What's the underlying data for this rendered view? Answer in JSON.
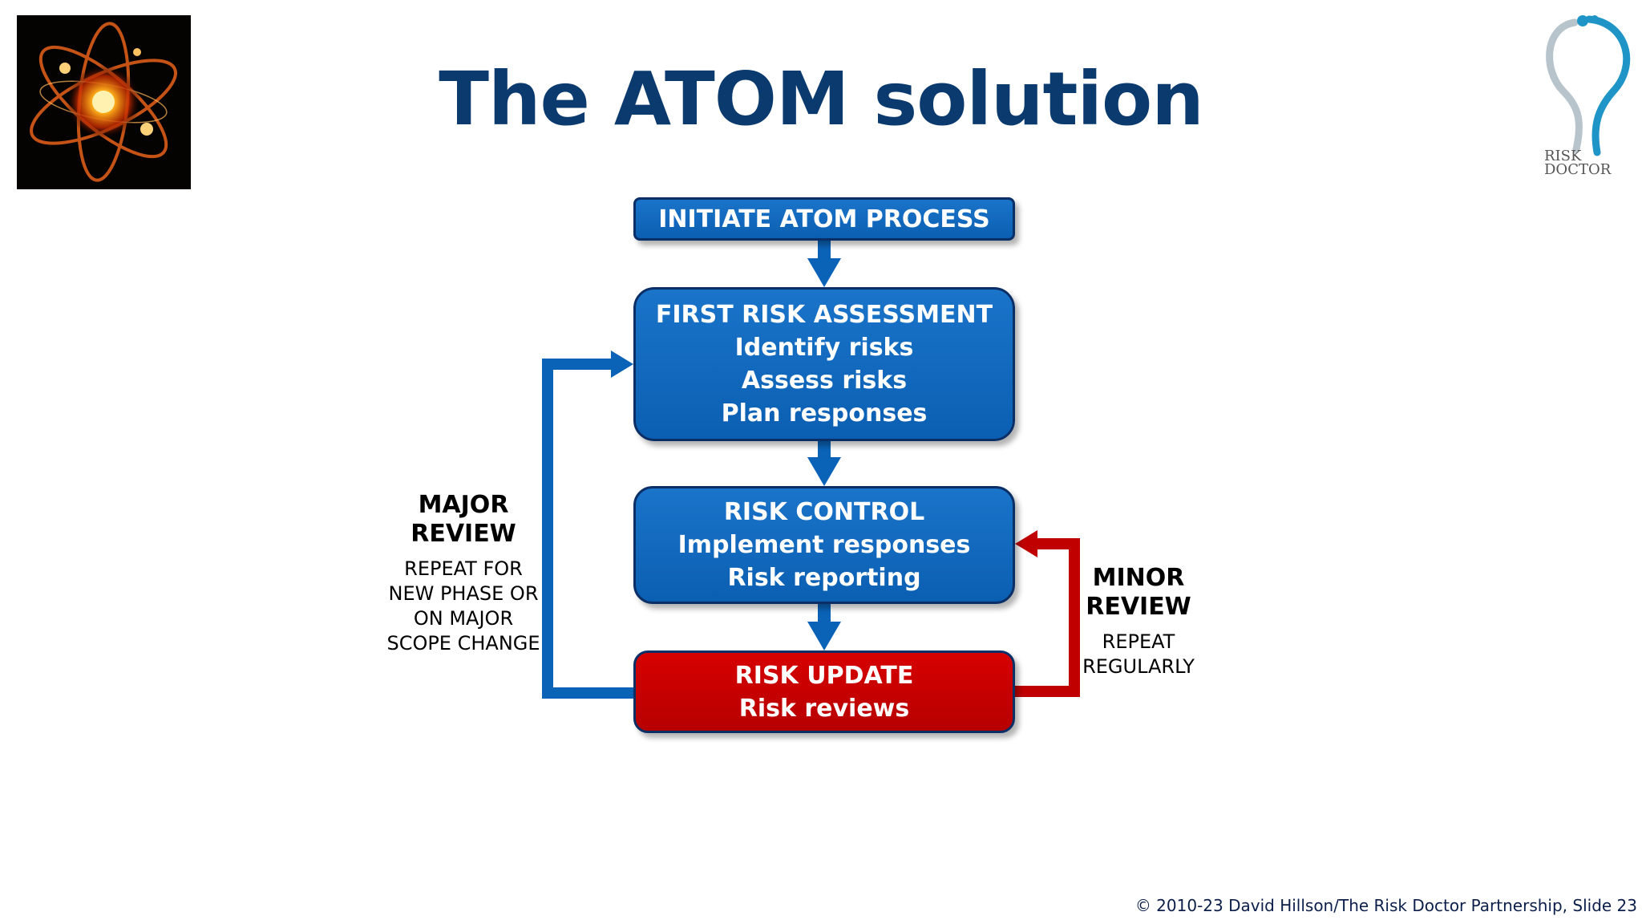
{
  "title": "The ATOM solution",
  "flow": {
    "initiate": {
      "lines": [
        "INITIATE ATOM PROCESS"
      ]
    },
    "first": {
      "lines": [
        "FIRST RISK ASSESSMENT",
        "Identify risks",
        "Assess risks",
        "Plan responses"
      ]
    },
    "control": {
      "lines": [
        "RISK CONTROL",
        "Implement responses",
        "Risk reporting"
      ]
    },
    "update": {
      "lines": [
        "RISK UPDATE",
        "Risk reviews"
      ]
    }
  },
  "major_review": {
    "head": [
      "MAJOR",
      "REVIEW"
    ],
    "sub": [
      "REPEAT FOR",
      "NEW PHASE OR",
      "ON MAJOR",
      "SCOPE CHANGE"
    ]
  },
  "minor_review": {
    "head": [
      "MINOR",
      "REVIEW"
    ],
    "sub": [
      "REPEAT",
      "REGULARLY"
    ]
  },
  "logo": {
    "line1": "RISK",
    "line2": "DOCTOR"
  },
  "footer": "© 2010-23 David Hillson/The Risk Doctor Partnership, Slide 23",
  "colors": {
    "title": "#0b3a6e",
    "blue": "#0b63b8",
    "red": "#c00000",
    "border": "#0a2f66"
  }
}
